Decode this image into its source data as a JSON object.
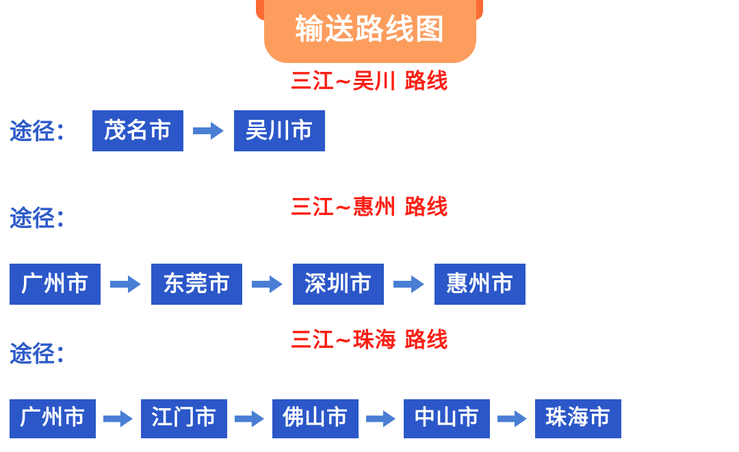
{
  "banner": {
    "title": "输送路线图",
    "color": "#fc9d5e",
    "tab_color": "#fc6b35",
    "title_color": "#ffffff"
  },
  "theme": {
    "route_title_color": "#fa1e14",
    "label_color": "#2e5bc9",
    "box_fill": "#2b57c8",
    "box_text": "#ffffff",
    "arrow_color": "#4a7ed4",
    "background": "#ffffff"
  },
  "arrow_icon": "arrow-right-icon",
  "sections": [
    {
      "title": "三江~吴川 路线",
      "via_label": "途径：",
      "layout": "inline",
      "stops": [
        "茂名市",
        "吴川市"
      ]
    },
    {
      "title": "三江~惠州 路线",
      "via_label": "途径：",
      "layout": "stacked",
      "stops": [
        "广州市",
        "东莞市",
        "深圳市",
        "惠州市"
      ]
    },
    {
      "title": "三江~珠海 路线",
      "via_label": "途径：",
      "layout": "stacked",
      "stops": [
        "广州市",
        "江门市",
        "佛山市",
        "中山市",
        "珠海市"
      ]
    }
  ]
}
